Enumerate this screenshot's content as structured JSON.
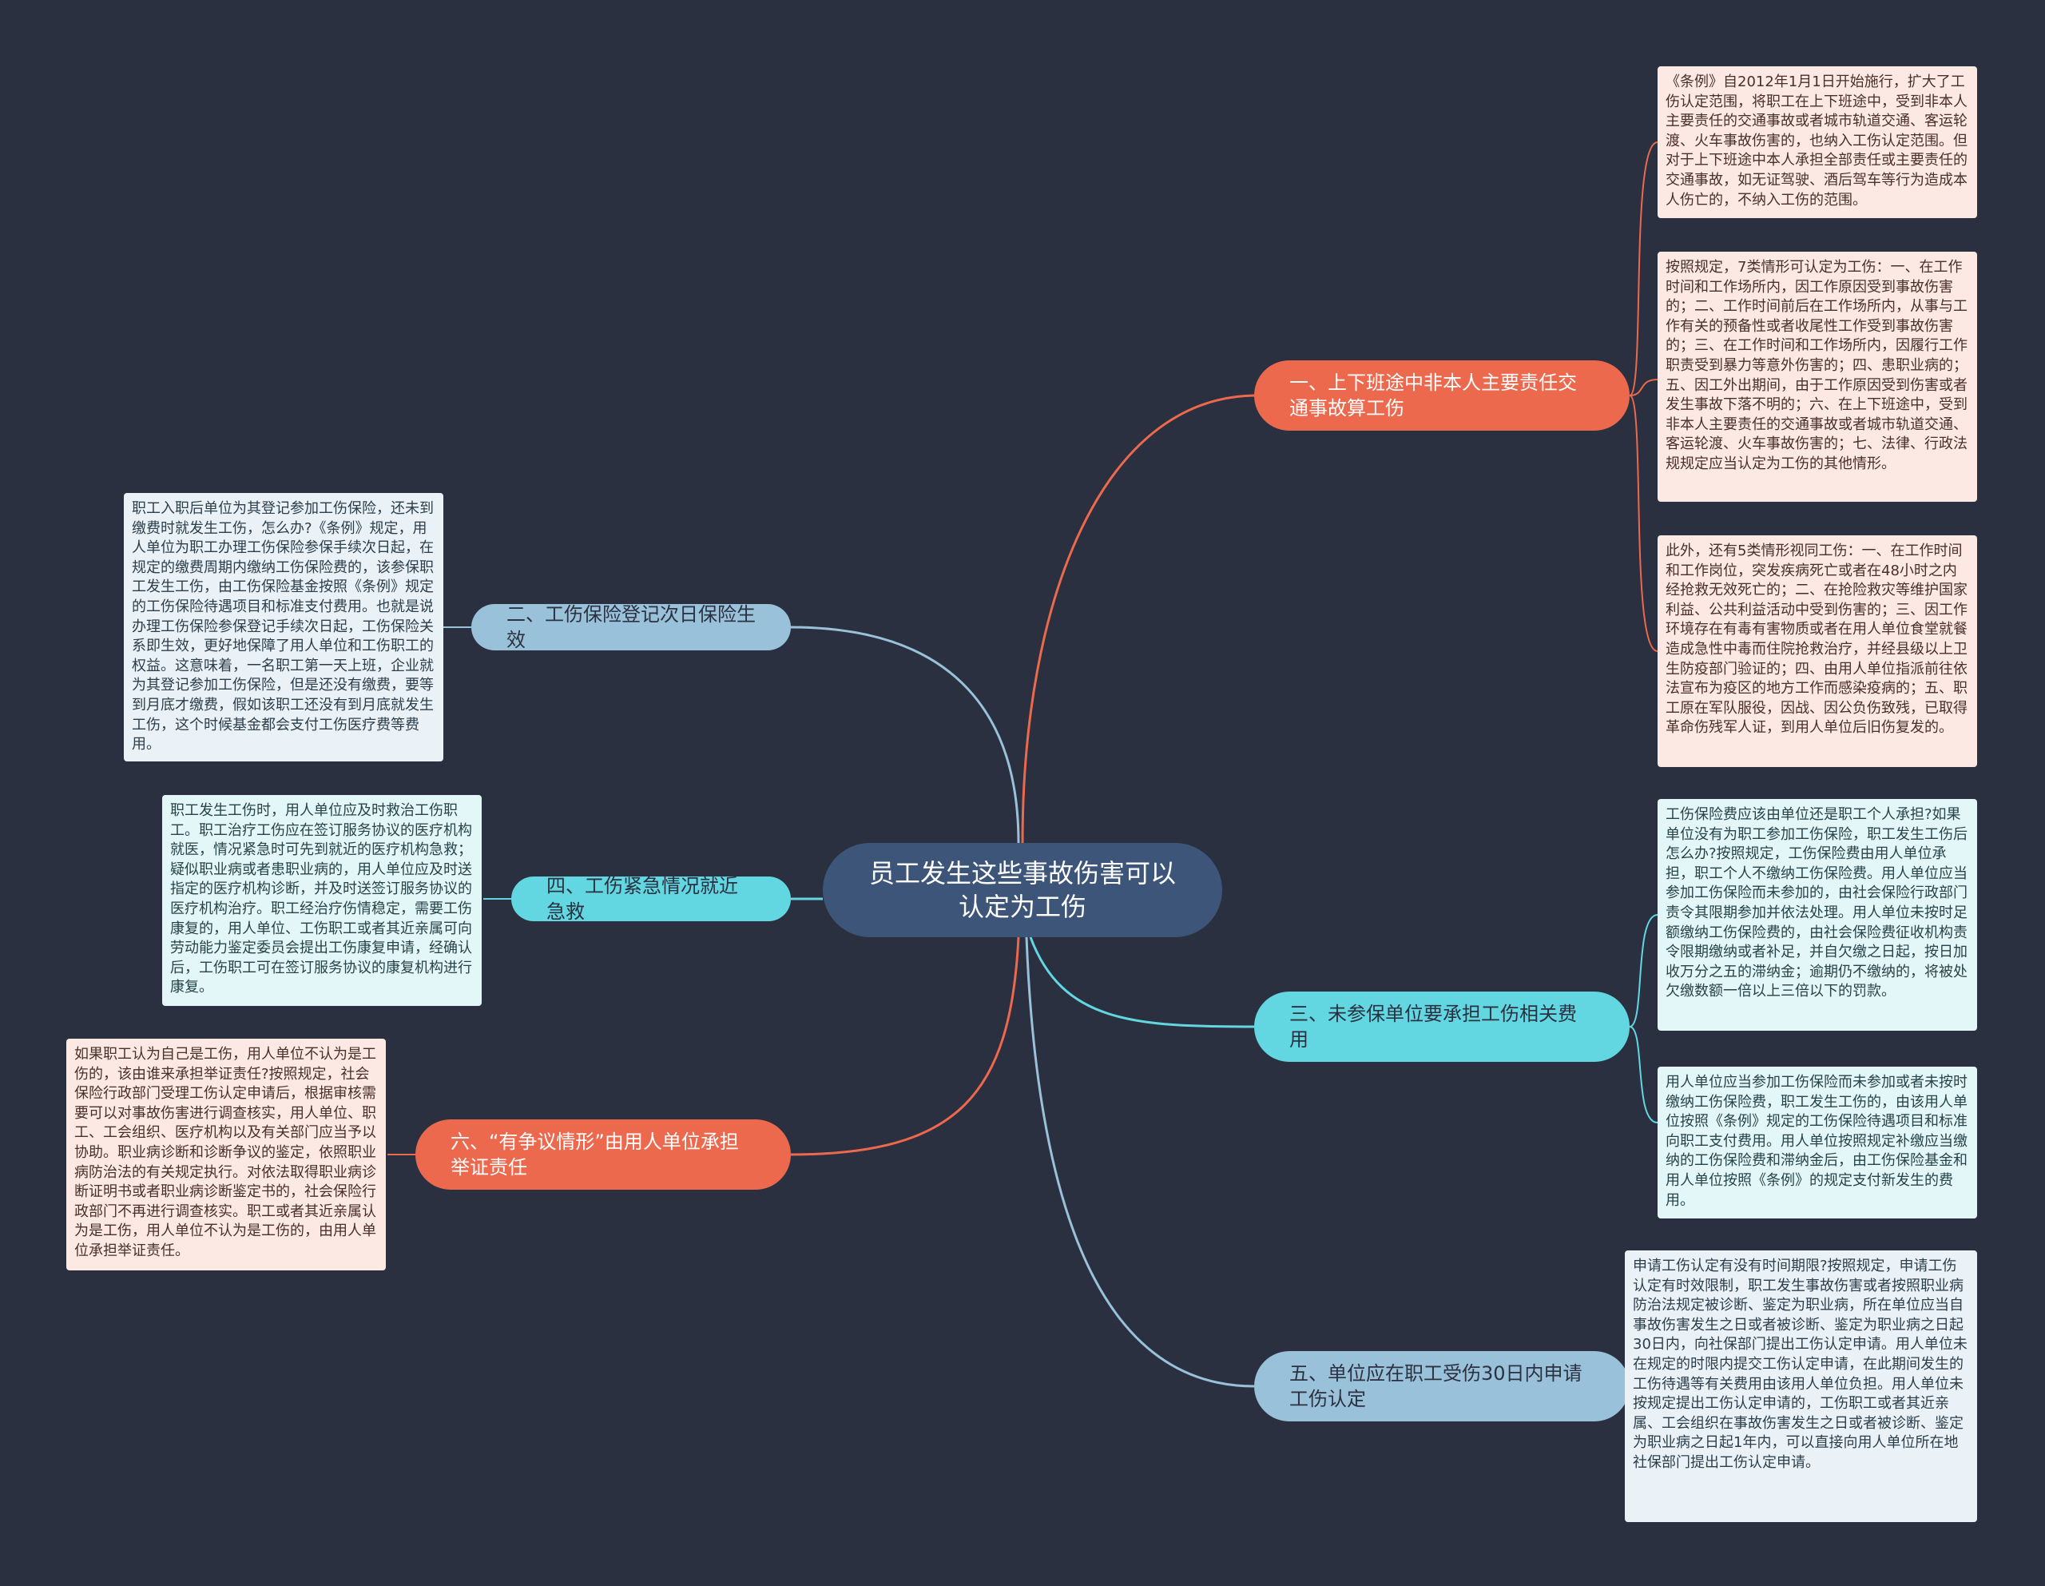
{
  "colors": {
    "background": "#2a303f",
    "central": "#3d5578",
    "orange": "#ec694e",
    "blue": "#99c1d9",
    "cyan": "#62d7e1",
    "leaf_pink": "#fde9e3",
    "leaf_blue": "#eaf2f8",
    "leaf_cyan": "#e4f7f8"
  },
  "central": {
    "title": "员工发生这些事故伤害可以认定为工伤"
  },
  "branches": [
    {
      "label": "一、上下班途中非本人主要责任交通事故算工伤",
      "color": "orange",
      "leaves": [
        "《条例》自2012年1月1日开始施行，扩大了工伤认定范围，将职工在上下班途中，受到非本人主要责任的交通事故或者城市轨道交通、客运轮渡、火车事故伤害的，也纳入工伤认定范围。但对于上下班途中本人承担全部责任或主要责任的交通事故，如无证驾驶、酒后驾车等行为造成本人伤亡的，不纳入工伤的范围。",
        "按照规定，7类情形可认定为工伤：一、在工作时间和工作场所内，因工作原因受到事故伤害的；二、工作时间前后在工作场所内，从事与工作有关的预备性或者收尾性工作受到事故伤害的；三、在工作时间和工作场所内，因履行工作职责受到暴力等意外伤害的；四、患职业病的；五、因工外出期间，由于工作原因受到伤害或者发生事故下落不明的；六、在上下班途中，受到非本人主要责任的交通事故或者城市轨道交通、客运轮渡、火车事故伤害的；七、法律、行政法规规定应当认定为工伤的其他情形。",
        "此外，还有5类情形视同工伤：一、在工作时间和工作岗位，突发疾病死亡或者在48小时之内经抢救无效死亡的；二、在抢险救灾等维护国家利益、公共利益活动中受到伤害的；三、因工作环境存在有毒有害物质或者在用人单位食堂就餐造成急性中毒而住院抢救治疗，并经县级以上卫生防疫部门验证的；四、由用人单位指派前往依法宣布为疫区的地方工作而感染疫病的；五、职工原在军队服役，因战、因公负伤致残，已取得革命伤残军人证，到用人单位后旧伤复发的。"
      ]
    },
    {
      "label": "二、工伤保险登记次日保险生效",
      "color": "blue",
      "leaves": [
        "职工入职后单位为其登记参加工伤保险，还未到缴费时就发生工伤，怎么办?《条例》规定，用人单位为职工办理工伤保险参保手续次日起，在规定的缴费周期内缴纳工伤保险费的，该参保职工发生工伤，由工伤保险基金按照《条例》规定的工伤保险待遇项目和标准支付费用。也就是说办理工伤保险参保登记手续次日起，工伤保险关系即生效，更好地保障了用人单位和工伤职工的权益。这意味着，一名职工第一天上班，企业就为其登记参加工伤保险，但是还没有缴费，要等到月底才缴费，假如该职工还没有到月底就发生工伤，这个时候基金都会支付工伤医疗费等费用。"
      ]
    },
    {
      "label": "三、未参保单位要承担工伤相关费用",
      "color": "cyan",
      "leaves": [
        "工伤保险费应该由单位还是职工个人承担?如果单位没有为职工参加工伤保险，职工发生工伤后怎么办?按照规定，工伤保险费由用人单位承担，职工个人不缴纳工伤保险费。用人单位应当参加工伤保险而未参加的，由社会保险行政部门责令其限期参加并依法处理。用人单位未按时足额缴纳工伤保险费的，由社会保险费征收机构责令限期缴纳或者补足，并自欠缴之日起，按日加收万分之五的滞纳金；逾期仍不缴纳的，将被处欠缴数额一倍以上三倍以下的罚款。",
        "用人单位应当参加工伤保险而未参加或者未按时缴纳工伤保险费，职工发生工伤的，由该用人单位按照《条例》规定的工伤保险待遇项目和标准向职工支付费用。用人单位按照规定补缴应当缴纳的工伤保险费和滞纳金后，由工伤保险基金和用人单位按照《条例》的规定支付新发生的费用。"
      ]
    },
    {
      "label": "四、工伤紧急情况就近急救",
      "color": "cyan",
      "leaves": [
        "职工发生工伤时，用人单位应及时救治工伤职工。职工治疗工伤应在签订服务协议的医疗机构就医，情况紧急时可先到就近的医疗机构急救；疑似职业病或者患职业病的，用人单位应及时送指定的医疗机构诊断，并及时送签订服务协议的医疗机构治疗。职工经治疗伤情稳定，需要工伤康复的，用人单位、工伤职工或者其近亲属可向劳动能力鉴定委员会提出工伤康复申请，经确认后，工伤职工可在签订服务协议的康复机构进行康复。"
      ]
    },
    {
      "label": "五、单位应在职工受伤30日内申请工伤认定",
      "color": "blue",
      "leaves": [
        "申请工伤认定有没有时间期限?按照规定，申请工伤认定有时效限制，职工发生事故伤害或者按照职业病防治法规定被诊断、鉴定为职业病，所在单位应当自事故伤害发生之日或者被诊断、鉴定为职业病之日起30日内，向社保部门提出工伤认定申请。用人单位未在规定的时限内提交工伤认定申请，在此期间发生的工伤待遇等有关费用由该用人单位负担。用人单位未按规定提出工伤认定申请的，工伤职工或者其近亲属、工会组织在事故伤害发生之日或者被诊断、鉴定为职业病之日起1年内，可以直接向用人单位所在地社保部门提出工伤认定申请。"
      ]
    },
    {
      "label": "六、“有争议情形”由用人单位承担举证责任",
      "color": "orange",
      "leaves": [
        "如果职工认为自己是工伤，用人单位不认为是工伤的，该由谁来承担举证责任?按照规定，社会保险行政部门受理工伤认定申请后，根据审核需要可以对事故伤害进行调查核实，用人单位、职工、工会组织、医疗机构以及有关部门应当予以协助。职业病诊断和诊断争议的鉴定，依照职业病防治法的有关规定执行。对依法取得职业病诊断证明书或者职业病诊断鉴定书的，社会保险行政部门不再进行调查核实。职工或者其近亲属认为是工伤，用人单位不认为是工伤的，由用人单位承担举证责任。"
      ]
    }
  ]
}
